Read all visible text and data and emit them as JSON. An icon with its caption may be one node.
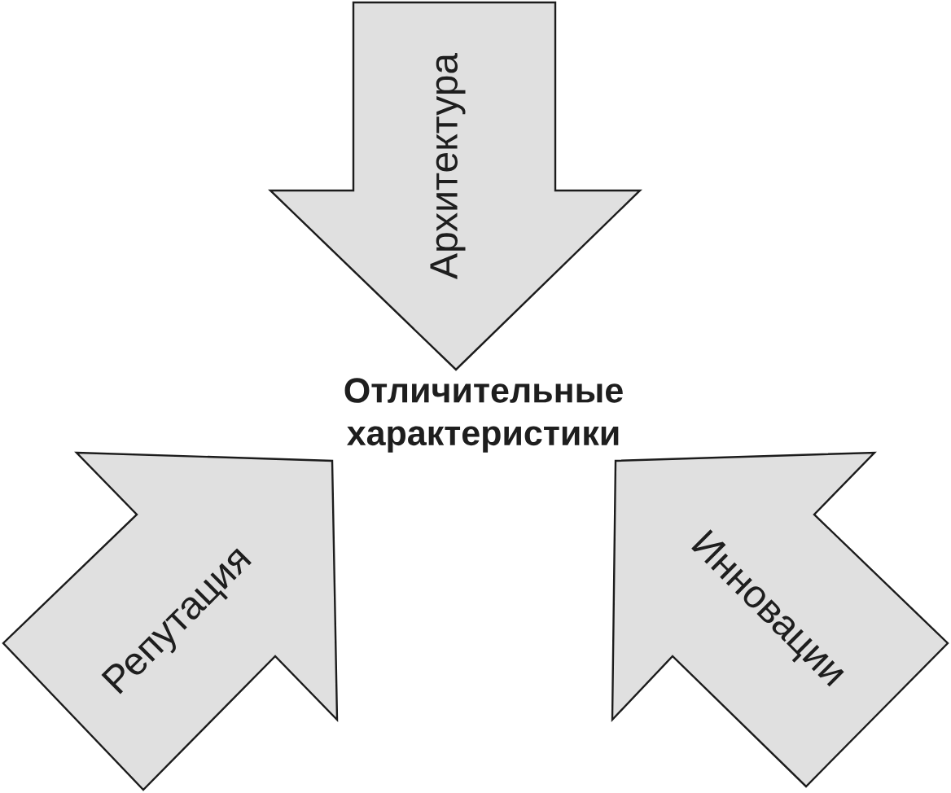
{
  "diagram": {
    "nodes": [
      {
        "text": [
          "Архитектура"
        ]
      },
      {
        "text": [
          "Отличительные характеристики"
        ]
      },
      {
        "text": [
          "Репутация"
        ]
      },
      {
        "text": [
          "Инновации"
        ]
      }
    ]
  }
}
